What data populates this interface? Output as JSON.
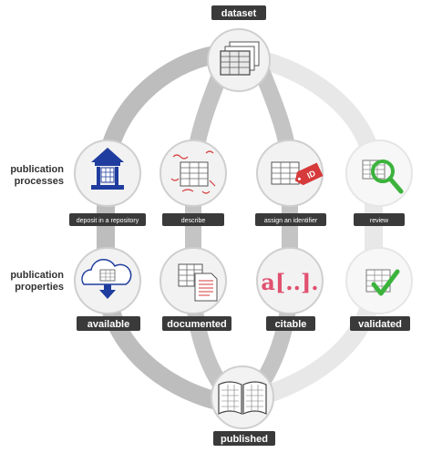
{
  "title": "dataset",
  "bottom_label": "published",
  "side_labels": {
    "processes": [
      "publication",
      "processes"
    ],
    "properties": [
      "publication",
      "properties"
    ]
  },
  "processes": [
    {
      "label": "deposit in a repository",
      "icon": "repository-building-icon"
    },
    {
      "label": "describe",
      "icon": "annotated-table-icon"
    },
    {
      "label": "assign an identifier",
      "icon": "id-tag-icon",
      "tag_text": "ID"
    },
    {
      "label": "review",
      "icon": "magnifier-icon"
    }
  ],
  "properties": [
    {
      "label": "available",
      "icon": "cloud-download-icon"
    },
    {
      "label": "documented",
      "icon": "table-with-document-icon"
    },
    {
      "label": "citable",
      "icon": "citation-brackets-icon",
      "glyph": "a[..]."
    },
    {
      "label": "validated",
      "icon": "table-checkmark-icon"
    }
  ],
  "colors": {
    "ring": "#bfbfbf",
    "ring_light": "#e8e8e8",
    "node_fill": "#f2f2f2",
    "label_bg": "#3a3a3a",
    "blue": "#1f3d9e",
    "red": "#d63a3a",
    "pink": "#e0516f",
    "green": "#3cb33c"
  }
}
